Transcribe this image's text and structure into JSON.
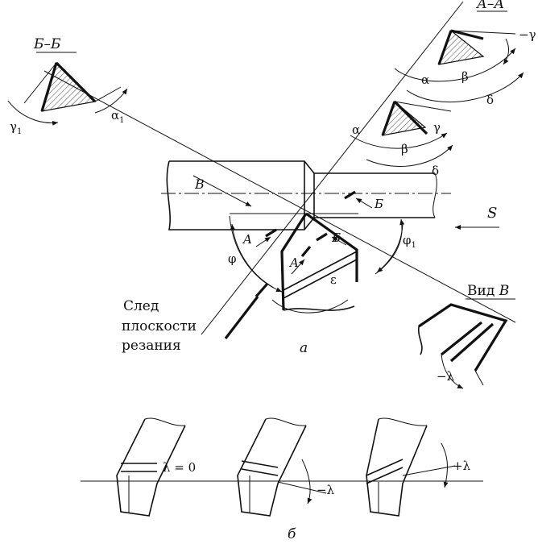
{
  "sections": {
    "bb_title": "Б–Б",
    "aa_title": "А–А",
    "vid_title": "Вид",
    "vid_letter": "В"
  },
  "angles": {
    "gamma1": "γ",
    "gamma1_sub": "1",
    "alpha1": "α",
    "alpha1_sub": "1",
    "alpha": "α",
    "beta": "β",
    "delta": "δ",
    "neg_gamma": "−γ",
    "gamma": "γ",
    "phi": "φ",
    "phi1": "φ",
    "phi1_sub": "1",
    "epsilon": "ε",
    "neg_lambda": "−λ",
    "lambda_zero": "λ = 0",
    "pos_lambda": "+λ"
  },
  "labels": {
    "B_view": "B",
    "S": "S",
    "A": "A",
    "Bsec": "Б",
    "trace_line1": "След",
    "trace_line2": "плоскости",
    "trace_line3": "резания",
    "caption_a": "а",
    "caption_b": "б"
  }
}
